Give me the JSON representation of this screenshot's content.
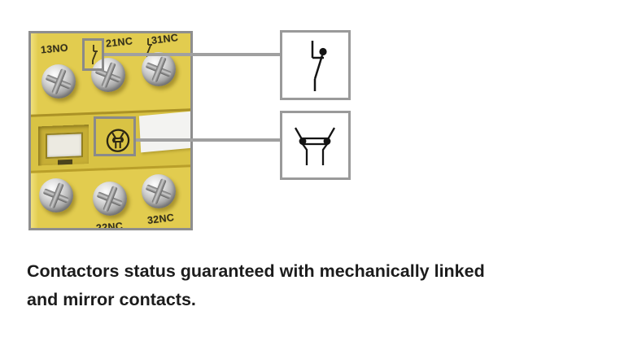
{
  "photo": {
    "top_terminal_labels": [
      "13NO",
      "21NC",
      "31NC"
    ],
    "bottom_terminal_labels": [
      "22NC",
      "32NC"
    ],
    "body_color": "#e2cc4f",
    "border_color": "#8e8e8e"
  },
  "callouts": {
    "top_symbol_name": "mirror-contact-symbol",
    "bottom_symbol_name": "mechanically-linked-contacts-symbol",
    "line_color": "#a0a0a0",
    "highlight_border_color": "#8a8a8a",
    "card_border_color": "#9a9a9a",
    "symbol_stroke_color": "#141414"
  },
  "caption": {
    "lines": [
      "Contactors status guaranteed with mechanically linked",
      "and mirror contacts."
    ]
  }
}
